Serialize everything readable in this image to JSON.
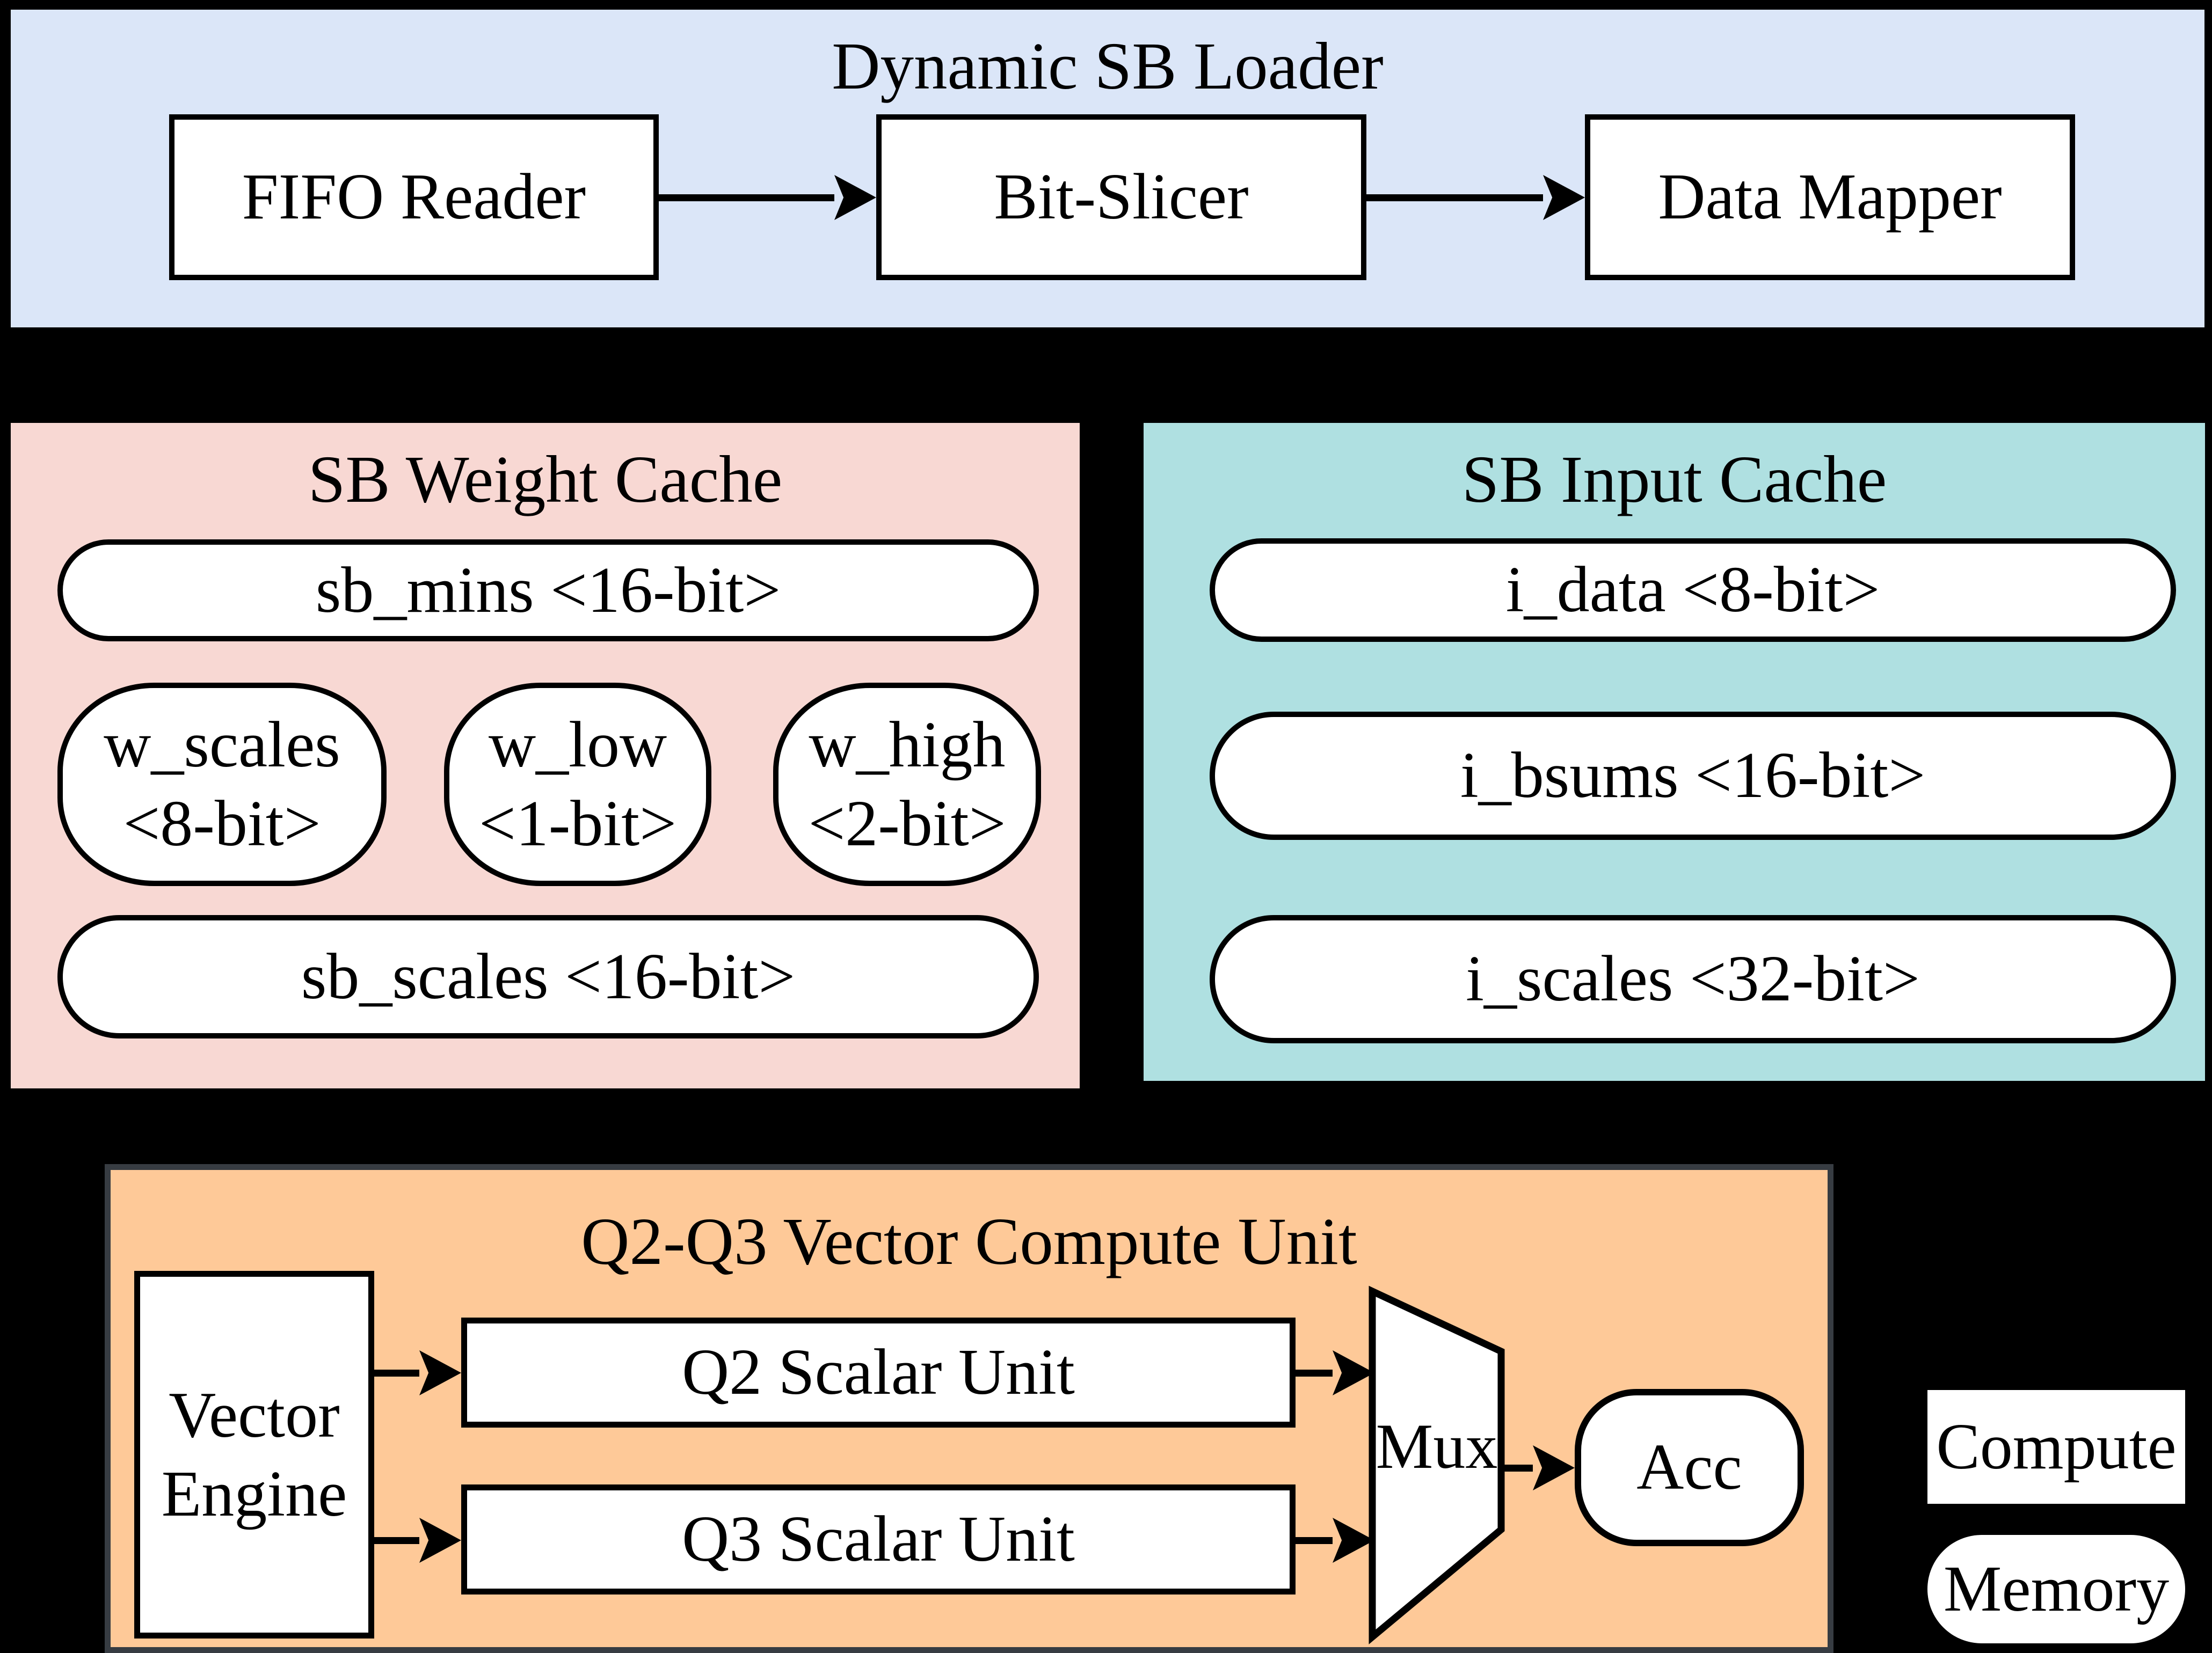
{
  "colors": {
    "background": "#000000",
    "loader_panel": "#dbe6f8",
    "weight_cache_panel": "#f8d8d3",
    "input_cache_panel": "#afe0e1",
    "compute_unit_panel": "#fec998",
    "compute_unit_border": "#373c42",
    "node_fill": "#ffffff",
    "line": "#000000"
  },
  "loader": {
    "title": "Dynamic SB Loader",
    "nodes": [
      {
        "label": "FIFO Reader"
      },
      {
        "label": "Bit-Slicer"
      },
      {
        "label": "Data Mapper"
      }
    ]
  },
  "weight_cache": {
    "title": "SB Weight Cache",
    "wide_top": "sb_mins <16-bit>",
    "cells": [
      {
        "name": "w_scales",
        "bits": "<8-bit>"
      },
      {
        "name": "w_low",
        "bits": "<1-bit>"
      },
      {
        "name": "w_high",
        "bits": "<2-bit>"
      }
    ],
    "wide_bottom": "sb_scales <16-bit>"
  },
  "input_cache": {
    "title": "SB Input Cache",
    "rows": [
      "i_data <8-bit>",
      "i_bsums <16-bit>",
      "i_scales <32-bit>"
    ]
  },
  "compute_unit": {
    "title": "Q2-Q3 Vector Compute Unit",
    "vector_engine": {
      "line1": "Vector",
      "line2": "Engine"
    },
    "q2": "Q2 Scalar Unit",
    "q3": "Q3 Scalar Unit",
    "mux": "Mux",
    "acc": "Acc"
  },
  "legend": {
    "compute": "Compute",
    "memory": "Memory"
  }
}
